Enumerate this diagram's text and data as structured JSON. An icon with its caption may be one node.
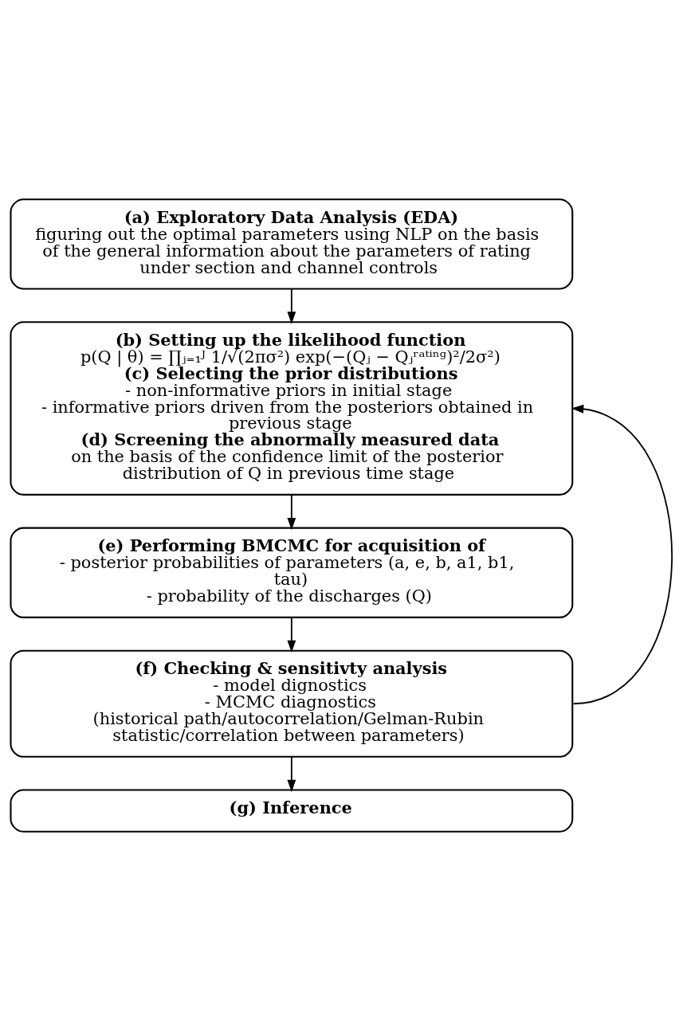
{
  "diagram": {
    "nodes": [
      {
        "text": [
          "(a) Exploratory Data Analysis (EDA)",
          "figuring out the optimal parameters using NLP on the basis of the general information about the parameters of rating under section and channel controls"
        ]
      },
      {
        "text": [
          "(b) Setting up the likelihood function",
          "p(Q | θ) = ∏ⱼ₌₁ᴶ 1/√(2πσ²) exp(−(Qⱼ − Qⱼʳᵃᵗⁱⁿᵍ)²/2σ²)",
          "(c) Selecting the prior distributions",
          "- non-informative priors in initial stage",
          "- informative priors driven from the posteriors obtained in previous stage",
          "(d) Screening the abnormally measured data",
          "on the basis of the confidence limit of the posterior distribution of Q in previous time stage"
        ]
      },
      {
        "text": [
          "(e) Performing BMCMC for acquisition of",
          "- posterior probabilities of parameters (a, e, b, a1, b1, tau)",
          "- probability of the discharges (Q)"
        ]
      },
      {
        "text": [
          "(f) Checking & sensitivty analysis",
          "- model dignostics",
          "- MCMC diagnostics",
          "(historical path/autocorrelation/Gelman-Rubin statistic/correlation between parameters)"
        ]
      },
      {
        "text": [
          "(g) Inference"
        ]
      }
    ],
    "edges": [
      {
        "from": 0,
        "to": 1,
        "arrow": "to"
      },
      {
        "from": 1,
        "to": 2,
        "arrow": "to"
      },
      {
        "from": 2,
        "to": 3,
        "arrow": "to"
      },
      {
        "from": 3,
        "to": 4,
        "arrow": "to"
      },
      {
        "from": 3,
        "to": 1,
        "arrow": "to"
      }
    ]
  }
}
